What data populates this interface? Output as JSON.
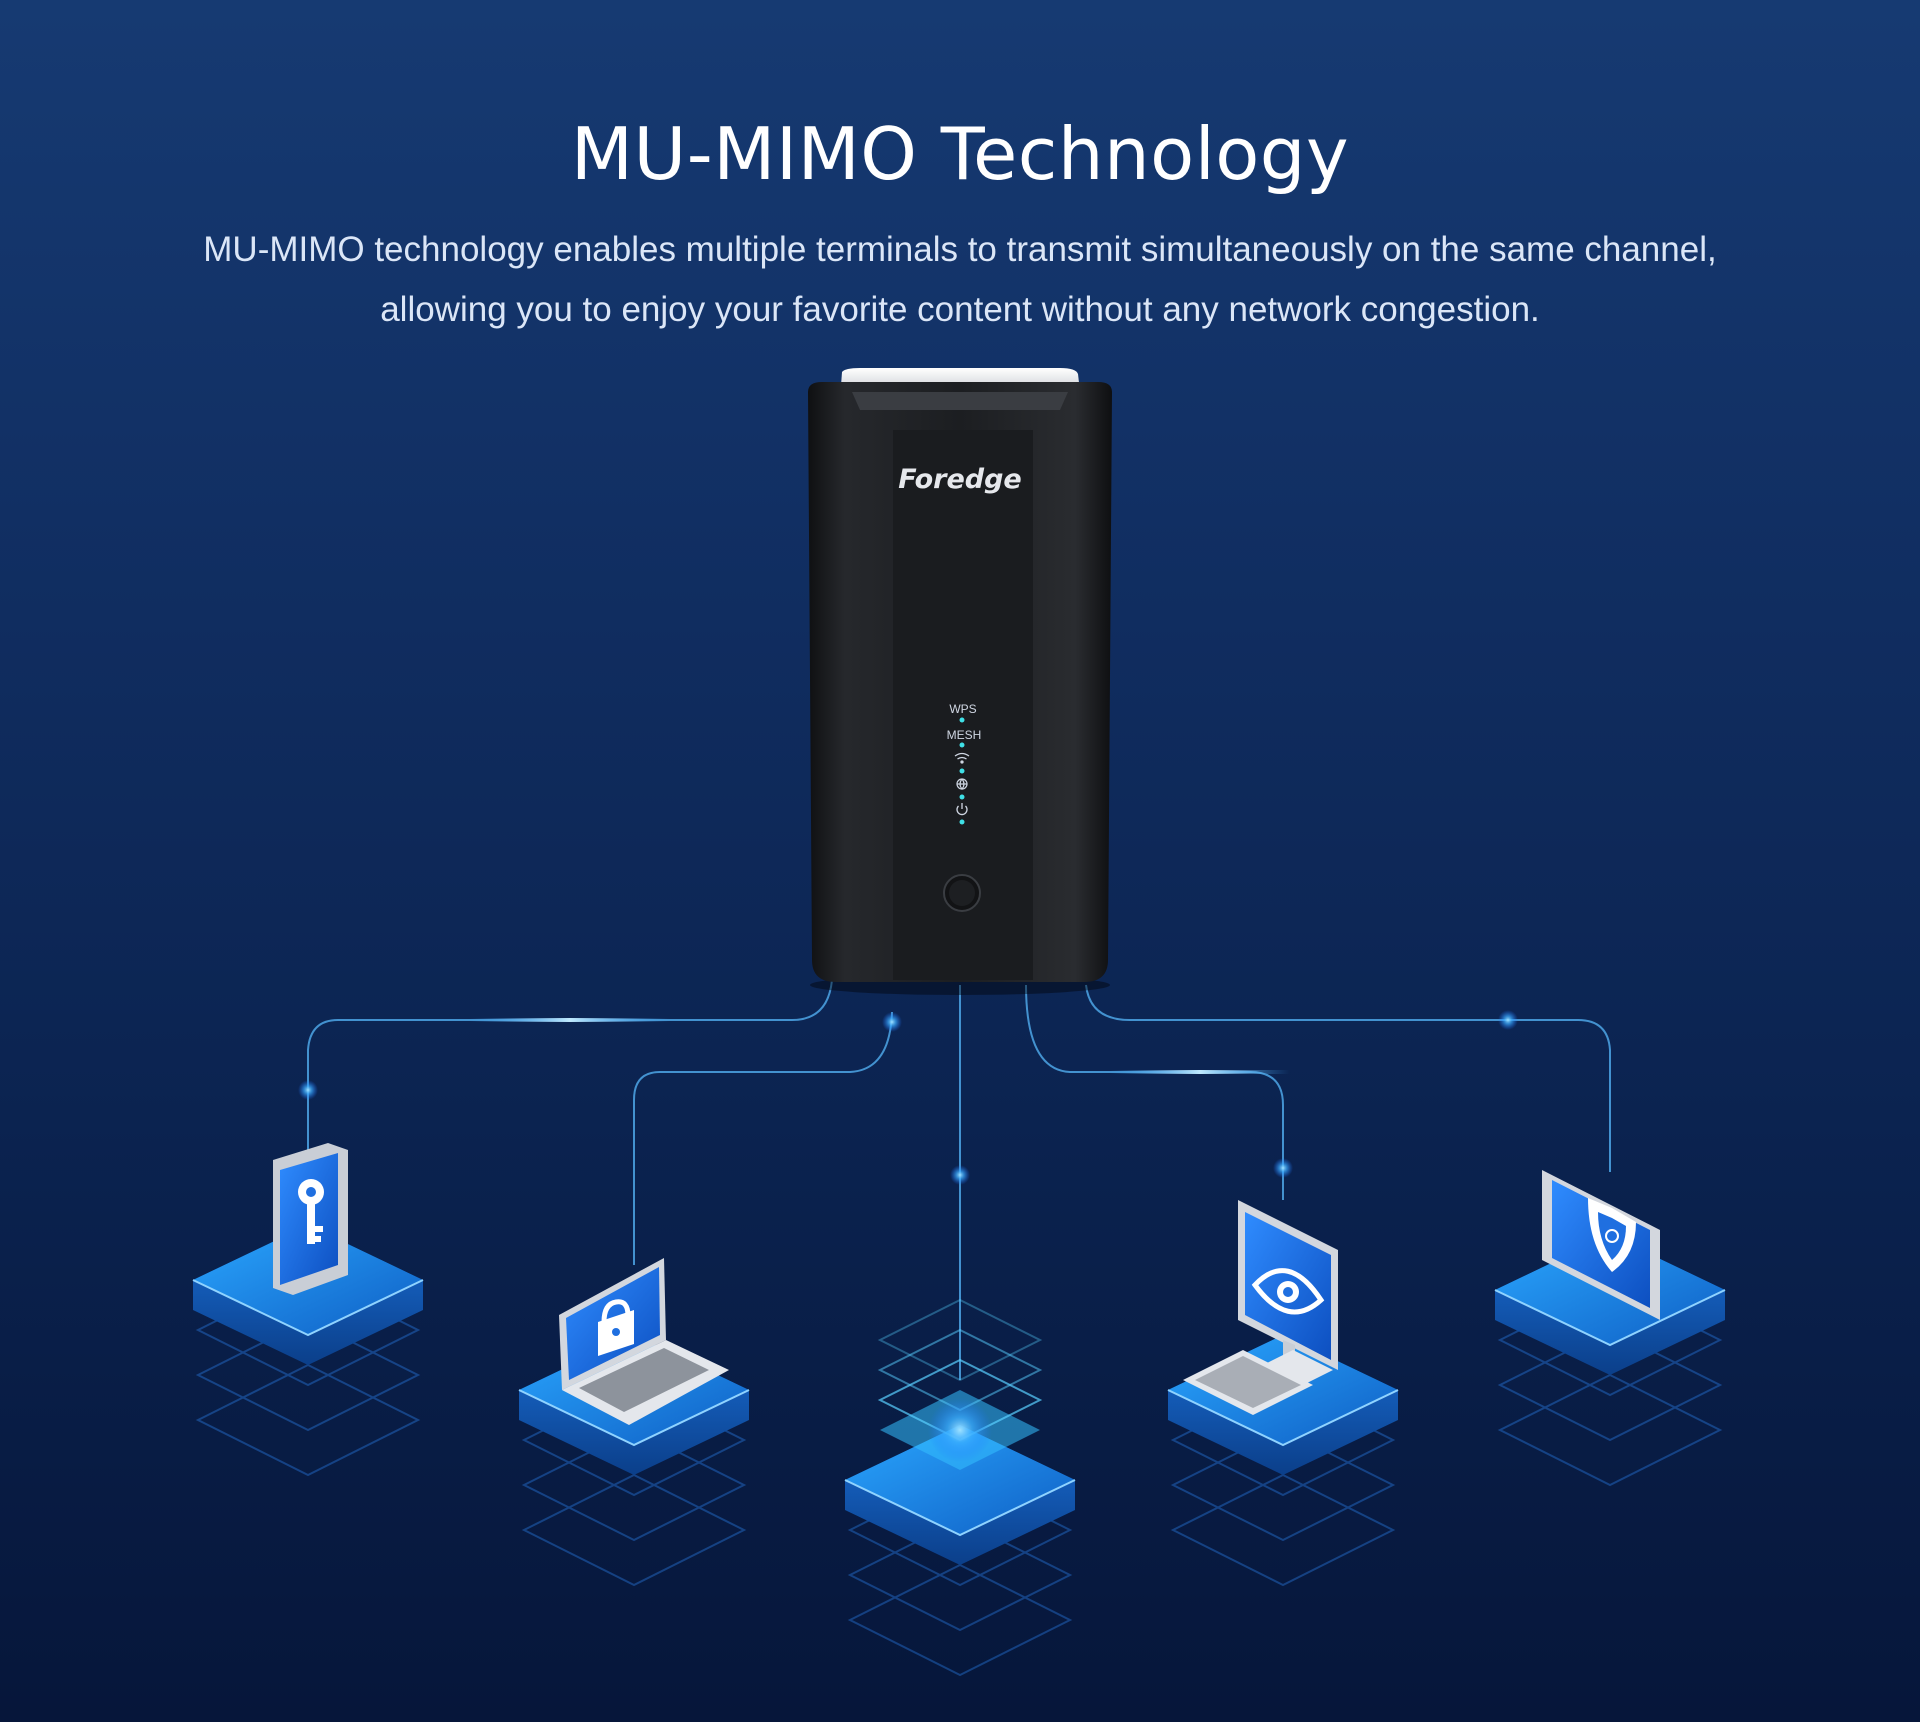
{
  "heading": {
    "title": "MU-MIMO Technology",
    "description": "MU-MIMO technology enables multiple terminals to transmit simultaneously on the same channel, allowing you to enjoy your favorite content without any network congestion."
  },
  "router": {
    "brand": "Foredge",
    "led_labels": [
      "WPS",
      "MESH"
    ],
    "led_icons": [
      "wifi-icon",
      "globe-icon",
      "power-icon"
    ]
  },
  "devices": [
    {
      "name": "smartphone",
      "icon": "key-icon"
    },
    {
      "name": "laptop",
      "icon": "lock-icon"
    },
    {
      "name": "server",
      "icon": "server-rack-icon"
    },
    {
      "name": "desktop-monitor",
      "icon": "eye-icon"
    },
    {
      "name": "tablet",
      "icon": "shield-icon"
    }
  ],
  "colors": {
    "accent": "#2fa9ff",
    "led": "#3fe0e6",
    "router_body": "#1b1d20"
  }
}
